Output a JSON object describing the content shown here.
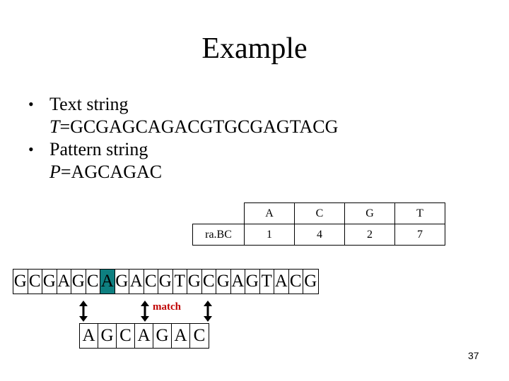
{
  "title": "Example",
  "bullets": [
    {
      "label": "Text string",
      "var": "T",
      "value": "=GCGAGCAGACGTGCGAGTACG"
    },
    {
      "label": "Pattern string",
      "var": "P",
      "value": "=AGCAGAC"
    }
  ],
  "ra_table": {
    "row_label": "ra.BC",
    "headers": [
      "A",
      "C",
      "G",
      "T"
    ],
    "values": [
      "1",
      "4",
      "2",
      "7"
    ]
  },
  "text_chars": [
    "G",
    "C",
    "G",
    "A",
    "G",
    "C",
    "A",
    "G",
    "A",
    "C",
    "G",
    "T",
    "G",
    "C",
    "G",
    "A",
    "G",
    "T",
    "A",
    "C",
    "G"
  ],
  "highlight_index": 6,
  "highlight_color": "#0e7f80",
  "match_label": "match",
  "match_color": "#c00000",
  "pattern_chars": [
    "A",
    "G",
    "C",
    "A",
    "G",
    "A",
    "C"
  ],
  "page_number": "37"
}
